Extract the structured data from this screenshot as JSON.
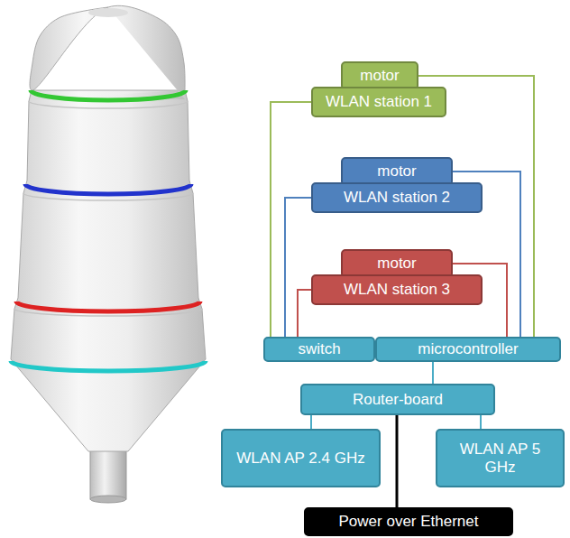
{
  "diagram": {
    "nodes": [
      {
        "text": [
          "motor"
        ]
      },
      {
        "text": [
          "WLAN station 1"
        ]
      },
      {
        "text": [
          "motor"
        ]
      },
      {
        "text": [
          "WLAN station 2"
        ]
      },
      {
        "text": [
          "motor"
        ]
      },
      {
        "text": [
          "WLAN station 3"
        ]
      },
      {
        "text": [
          "switch"
        ]
      },
      {
        "text": [
          "microcontroller"
        ]
      },
      {
        "text": [
          "Router-board"
        ]
      },
      {
        "text": [
          "WLAN AP 2.4 GHz"
        ]
      },
      {
        "text": [
          "WLAN AP 5 GHz"
        ]
      },
      {
        "text": [
          "Power over Ethernet"
        ]
      }
    ],
    "edges": [
      {
        "from": 1,
        "to": 6,
        "arrow": "none"
      },
      {
        "from": 0,
        "to": 7,
        "arrow": "none"
      },
      {
        "from": 3,
        "to": 6,
        "arrow": "none"
      },
      {
        "from": 2,
        "to": 7,
        "arrow": "none"
      },
      {
        "from": 5,
        "to": 6,
        "arrow": "none"
      },
      {
        "from": 4,
        "to": 7,
        "arrow": "none"
      },
      {
        "from": 7,
        "to": 8,
        "arrow": "none"
      },
      {
        "from": 8,
        "to": 9,
        "arrow": "none"
      },
      {
        "from": 8,
        "to": 10,
        "arrow": "none"
      },
      {
        "from": 8,
        "to": 11,
        "arrow": "none"
      }
    ]
  }
}
